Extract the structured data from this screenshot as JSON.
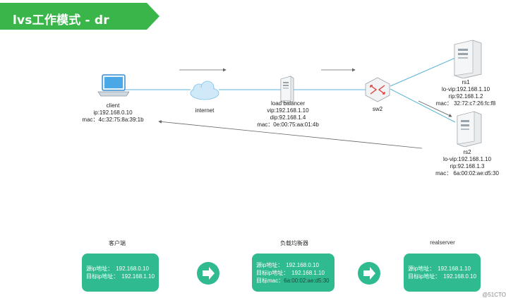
{
  "banner": {
    "title": "lvs工作模式 - dr",
    "color": "#3ab54a"
  },
  "nodes": {
    "client": {
      "name": "client",
      "ip": "ip:192.168.0.10",
      "mac": "mac：4c:32:75:8a:39:1b"
    },
    "internet": {
      "name": "internet"
    },
    "lb": {
      "name": "load balancer",
      "vip": "vip:192.168.1.10",
      "dip": "dip:92.168.1.4",
      "mac": "mac：0e:00:75:aa:01:4b"
    },
    "sw": {
      "name": "sw2"
    },
    "rs1": {
      "name": "rs1",
      "lovip": "lo-vip:192.168.1.10",
      "rip": "rip:92.168.1.2",
      "mac": "mac： 32:72:c7:26:fc:f8"
    },
    "rs2": {
      "name": "rs2",
      "lovip": "lo-vip:192.168.1.10",
      "rip": "rip:92.168.1.3",
      "mac": "mac： 6a:00:02:ae:d5:30"
    }
  },
  "flow": {
    "col1": {
      "head": "客户端",
      "src_label": "源ip地址：",
      "src_val": "192.168.0.10",
      "dst_label": "目标ip地址：",
      "dst_val": "192.168.1.10"
    },
    "col2": {
      "head": "负载均衡器",
      "src_label": "源ip地址：",
      "src_val": "192.168.0.10",
      "dst_label": "目标ip地址：",
      "dst_val": "192.168.1.10",
      "mac_label": "目标mac：",
      "mac_val": "6a:00:02:ae:d5:30"
    },
    "col3": {
      "head": "realserver",
      "src_label": "源ip地址：",
      "src_val": "192.168.1.10",
      "dst_label": "目标ip地址：",
      "dst_val": "192.168.0.10"
    }
  },
  "watermark": "@51CTO",
  "colors": {
    "accent": "#2fba8f",
    "link": "#5bb3d8"
  }
}
